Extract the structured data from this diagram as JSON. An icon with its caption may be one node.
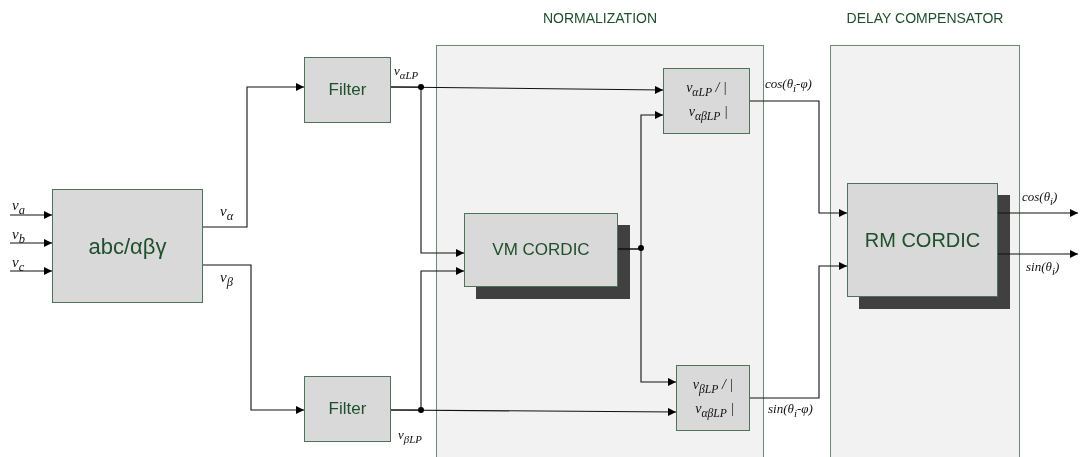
{
  "diagram": {
    "nodes": [
      {
        "text": [
          "NORMALIZATION"
        ]
      },
      {
        "text": [
          "DELAY COMPENSATOR"
        ]
      },
      {
        "text": [
          "abc/αβγ"
        ]
      },
      {
        "text": [
          "Filter"
        ]
      },
      {
        "text": [
          "Filter"
        ]
      },
      {
        "text": [
          "VM CORDIC"
        ],
        "in": 0
      },
      {
        "text": [
          "v$_{αLP}$ / | v$_{αβLP}$ |"
        ],
        "in": 0
      },
      {
        "text": [
          "v$_{βLP}$ / | v$_{αβLP}$ |"
        ],
        "in": 0
      },
      {
        "text": [
          "RM CORDIC"
        ],
        "in": 1
      }
    ],
    "edges": [
      {
        "from": null,
        "to": 2,
        "arrow": "to",
        "label": "v$_{a}$"
      },
      {
        "from": null,
        "to": 2,
        "arrow": "to",
        "label": "v$_{b}$"
      },
      {
        "from": null,
        "to": 2,
        "arrow": "to",
        "label": "v$_{c}$"
      },
      {
        "from": 2,
        "to": 3,
        "arrow": "to",
        "label": "v$_{α}$"
      },
      {
        "from": 2,
        "to": 4,
        "arrow": "to",
        "label": "v$_{β}$"
      },
      {
        "from": 3,
        "to": 6,
        "arrow": "to",
        "label": "v$_{αLP}$"
      },
      {
        "from": 3,
        "to": 5,
        "arrow": "to"
      },
      {
        "from": 4,
        "to": 7,
        "arrow": "to",
        "label": "v$_{βLP}$"
      },
      {
        "from": 4,
        "to": 5,
        "arrow": "to"
      },
      {
        "from": 5,
        "to": 6,
        "arrow": "to"
      },
      {
        "from": 5,
        "to": 7,
        "arrow": "to"
      },
      {
        "from": 6,
        "to": 8,
        "arrow": "to",
        "label": "cos(θ$_{i}$-φ)"
      },
      {
        "from": 7,
        "to": 8,
        "arrow": "to",
        "label": "sin(θ$_{i}$-φ)"
      },
      {
        "from": 8,
        "to": null,
        "arrow": "to",
        "label": "cos(θ$_{i}$)"
      },
      {
        "from": 8,
        "to": null,
        "arrow": "to",
        "label": "sin(θ$_{i}$)"
      }
    ]
  }
}
